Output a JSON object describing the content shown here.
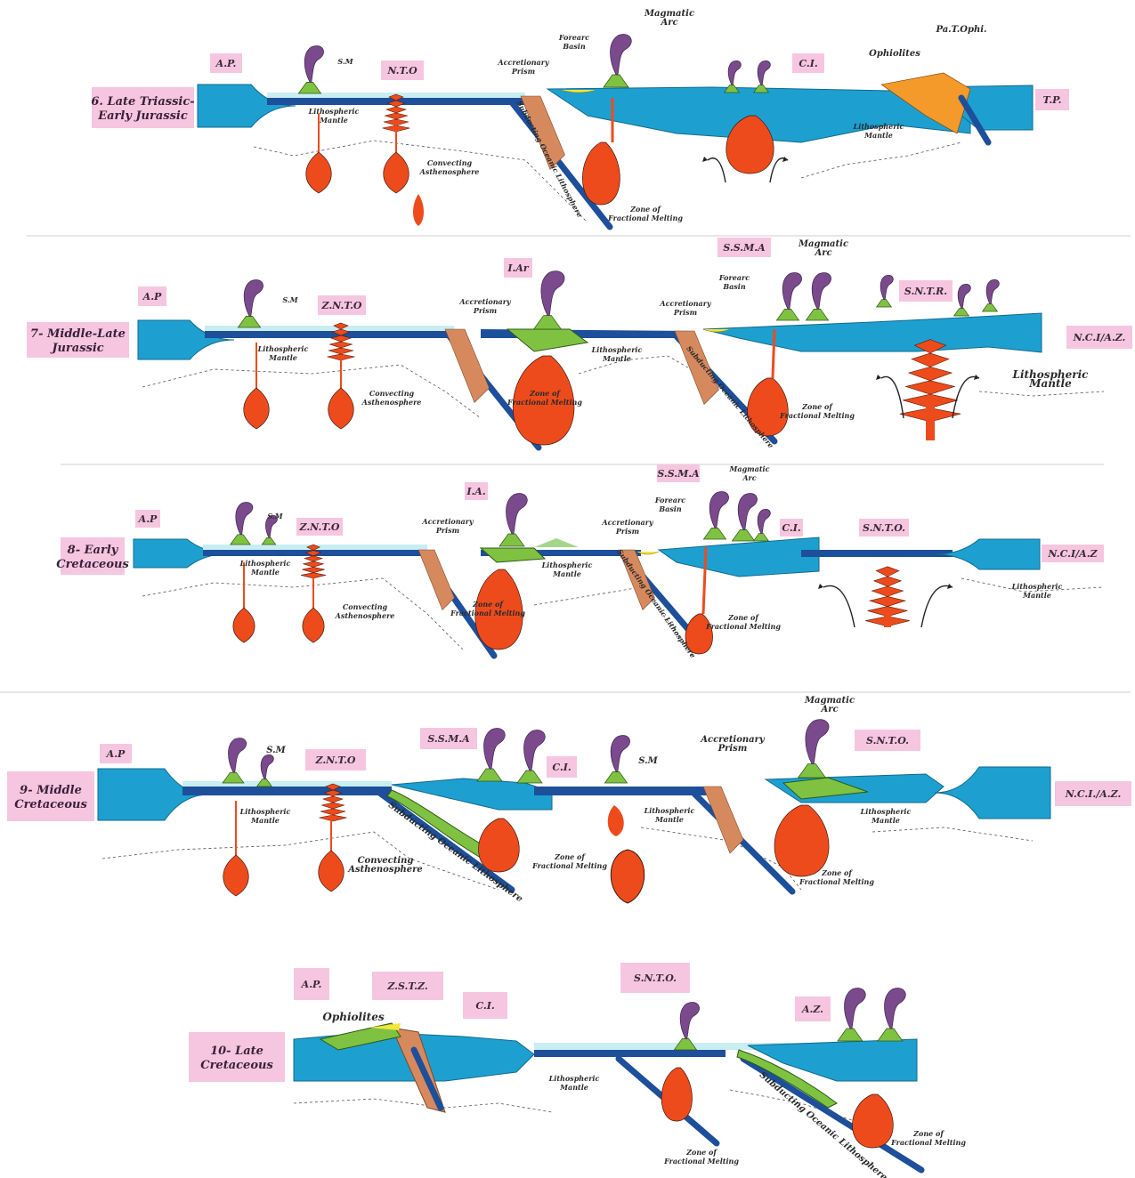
{
  "colors": {
    "crust": "#1da0d0",
    "water": "#c8eef2",
    "slab": "#1d4f9a",
    "magma": "#ee4b1c",
    "arc": "#7fc242",
    "plume": "#7a4a8c",
    "prism": "#d7895e",
    "basin": "#f3e63a",
    "label_box": "#f6c6e0"
  },
  "panels": [
    {
      "stage_lines": [
        "6. Late Triassic-",
        "Early Jurassic"
      ],
      "boxes": [
        "A.P.",
        "N.T.O",
        "C.I.",
        "T.P."
      ],
      "labels": [
        "S.M",
        "Lithospheric Mantle",
        "Convecting Asthenosphere",
        "Accretionary Prism",
        "Forearc Basin",
        "Magmatic Arc",
        "Subducting Oceanic Lithosphere",
        "Zone of Fractional Melting",
        "Ophiolites",
        "Pa.T.Ophi.",
        "Lithospheric Mantle"
      ]
    },
    {
      "stage_lines": [
        "7- Middle-Late",
        "Jurassic"
      ],
      "boxes": [
        "A.P",
        "Z.N.T.O",
        "I.Ar",
        "S.S.M.A",
        "S.N.T.R.",
        "N.C.I/A.Z."
      ],
      "labels": [
        "S.M",
        "Lithospheric Mantle",
        "Convecting Asthenosphere",
        "Accretionary Prism",
        "Zone of Fractional Melting",
        "Lithospheric Mantle",
        "Accretionary Prism",
        "Forearc Basin",
        "Magmatic Arc",
        "Subducting Oceanic Lithosphere",
        "Zone of Fractional Melting",
        "Lithospheric Mantle"
      ]
    },
    {
      "stage_lines": [
        "8- Early",
        "Cretaceous"
      ],
      "boxes": [
        "A.P",
        "Z.N.T.O",
        "I.A.",
        "S.S.M.A",
        "C.I.",
        "S.N.T.O.",
        "N.C.I/A.Z"
      ],
      "labels": [
        "S.M",
        "Lithospheric Mantle",
        "Convecting Asthenosphere",
        "Accretionary Prism",
        "Zone of Fractional Melting",
        "Lithospheric Mantle",
        "Accretionary Prism",
        "Forearc Basin",
        "Magmatic Arc",
        "Subducting Oceanic Lithosphere",
        "Zone of Fractional Melting",
        "Lithospheric Mantle"
      ]
    },
    {
      "stage_lines": [
        "9- Middle",
        "Cretaceous"
      ],
      "boxes": [
        "A.P",
        "Z.N.T.O",
        "S.S.M.A",
        "C.I.",
        "S.N.T.O.",
        "N.C.I./A.Z."
      ],
      "labels": [
        "S.M",
        "Lithospheric Mantle",
        "Convecting Asthenosphere",
        "Subducting Oceanic Lithosphere",
        "Zone of Fractional Melting",
        "S.M",
        "Lithospheric Mantle",
        "Accretionary Prism",
        "Magmatic Arc",
        "Zone of Fractional Melting",
        "Lithospheric Mantle"
      ]
    },
    {
      "stage_lines": [
        "10- Late",
        "Cretaceous"
      ],
      "boxes": [
        "A.P.",
        "Z.S.T.Z.",
        "C.I.",
        "S.N.T.O.",
        "A.Z."
      ],
      "labels": [
        "Ophiolites",
        "Lithospheric Mantle",
        "Zone of Fractional Melting",
        "Subducting Oceanic Lithosphere",
        "Zone of Fractional Melting"
      ]
    }
  ]
}
